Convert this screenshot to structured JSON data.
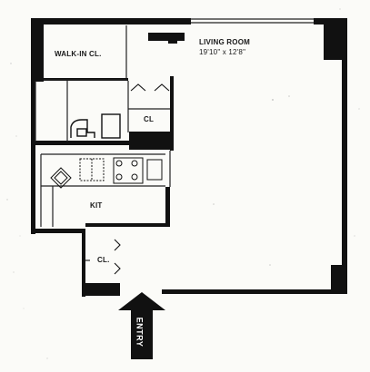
{
  "rooms": {
    "walk_in_closet": "WALK-IN CL.",
    "living_room": "LIVING ROOM",
    "living_room_dimensions": "19'10\" x 12'8\"",
    "closet_upper": "CL",
    "kitchen": "KIT",
    "closet_lower": "CL."
  },
  "entry_label": "ENTRY",
  "colors": {
    "wall": "#111111",
    "paper": "#fbfbf8"
  }
}
